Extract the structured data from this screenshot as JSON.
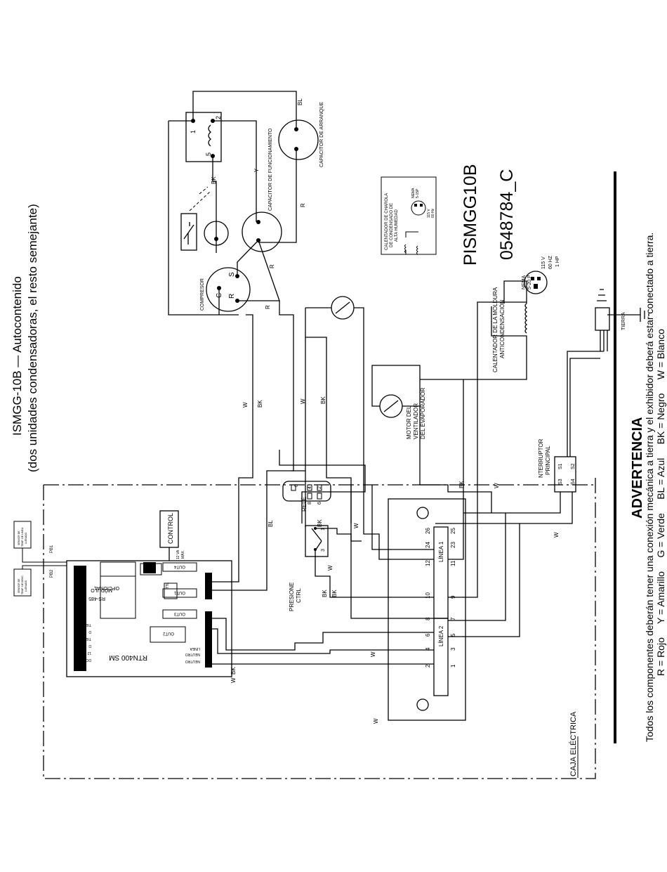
{
  "header": {
    "title": "ISMGG-10B — Autocontenido",
    "subtitle": "(dos unidades condensadoras, el resto semejante)"
  },
  "model": "PISMGG10B",
  "drawing_number": "0548784_C",
  "warning": {
    "title": "ADVERTENCIA",
    "text": "Todos los componentes deberán tener una conexión mecánica a tierra y el exhibidor deberá estar conectado a tierra.",
    "legend": "R = Rojo     Y = Amarillo     G = Verde     BL = Azul     BK = Negro     W = Blanco"
  },
  "enclosure_label": "CAJA ELÉCTRICA",
  "components": {
    "compressor": "COMPRESOR",
    "run_capacitor": "CAPACITOR DE FUNCIONAMIENTO",
    "start_capacitor": "CAPACITOR DE ARRANQUE",
    "evap_fan_motor": [
      "MOTOR DEL",
      "VENTILADOR",
      "DEL EVAPORADOR"
    ],
    "molding_heater": [
      "CALENTADOR DE LA MOLDURA",
      "ANTICONDENSACIÓN"
    ],
    "pan_heater": [
      "CALENTADOR DE CHAROLA",
      "DE CONDENSADO DE",
      "ALTA HUMEDAD"
    ],
    "pan_heater_plug": [
      "NEMA",
      "5-15P"
    ],
    "pan_heater_rating": [
      "115 V",
      "60 Hz"
    ],
    "main_switch": [
      "NTERRUPTOR",
      "PRINCIPAL"
    ],
    "ground": "TIERRA",
    "main_plug": [
      "NEMA",
      "5-20 P"
    ],
    "main_rating": [
      "115 V",
      "60 HZ",
      "1 HP"
    ],
    "relay": "RELÉ",
    "pressure_ctrl": [
      "PRESIONE",
      "CTRL"
    ],
    "control": "CONTROL",
    "controller": "RTN400 SM",
    "rs485": [
      "RS-485",
      "MÓDULO",
      "OPCIONAL"
    ],
    "outputs": [
      "OUT4",
      "OUT1",
      "OUT3",
      "OUT2"
    ],
    "neutral_labels": [
      "LINEA",
      "NEUTRO",
      "NEUTRO"
    ],
    "probes": [
      "PB1",
      "PB2"
    ],
    "probe1_label": [
      "SENSOR DE",
      "TEMP. DE LINEA",
      "LLENADO"
    ],
    "probe2_label": [
      "SENSOR DE",
      "TEMP. DE DESC.",
      "LLENADO"
    ],
    "terminal_block": [
      "LÍNEA 1",
      "LÍNEA 2"
    ],
    "terminal_numbers": [
      "26",
      "25",
      "24",
      "23",
      "12",
      "11",
      "10",
      "9",
      "8",
      "7",
      "6",
      "5",
      "4",
      "3",
      "2",
      "1"
    ],
    "terminal_switch": [
      "S3",
      "S1",
      "S4",
      "S2"
    ],
    "relay_pins": [
      "0",
      "4",
      "8",
      "2",
      "6"
    ],
    "pc_pins": [
      "1",
      "3"
    ],
    "motor_pins": [
      "1",
      "2",
      "5"
    ],
    "comp_pins": [
      "C",
      "S",
      "R"
    ],
    "max_label": [
      "12 VA",
      "MÁX."
    ],
    "ttl": "TTL",
    "misc": [
      "TIERRA",
      "D",
      "TIERRA",
      "D",
      "12 V",
      "DC",
      "12 V"
    ]
  },
  "wire_labels": [
    "BK",
    "W",
    "W",
    "BK",
    "BL",
    "BK",
    "W",
    "W",
    "BK",
    "BK",
    "W",
    "BK",
    "W",
    "Y",
    "R",
    "R",
    "R",
    "BL",
    "BK",
    "W",
    "W",
    "W",
    "BK"
  ]
}
